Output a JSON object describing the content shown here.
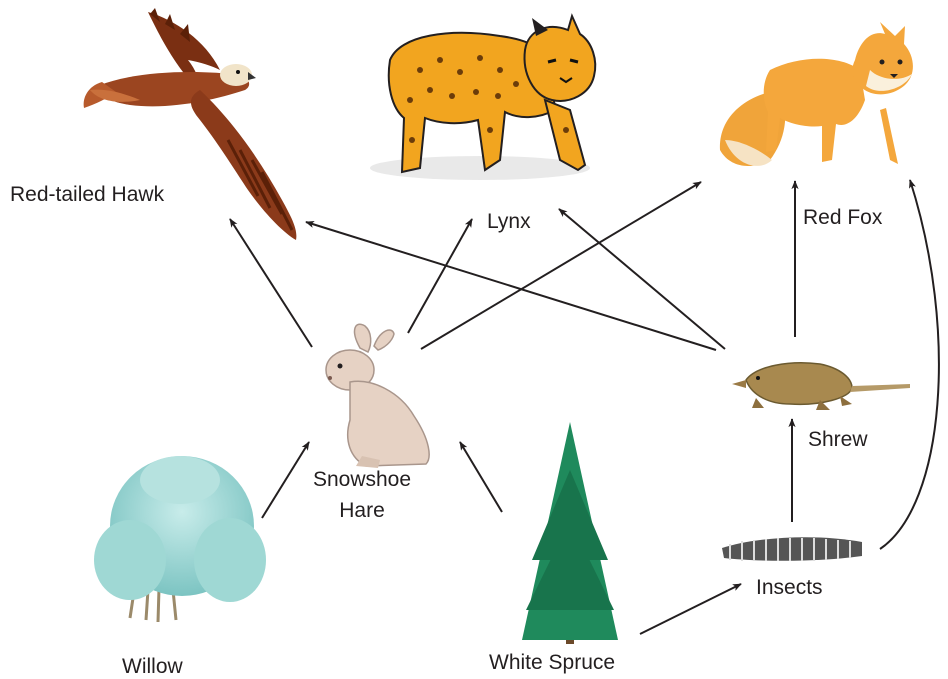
{
  "organisms": {
    "hawk": "Red-tailed Hawk",
    "lynx": "Lynx",
    "fox": "Red Fox",
    "hare_line1": "Snowshoe",
    "hare_line2": "Hare",
    "shrew": "Shrew",
    "willow": "Willow",
    "spruce": "White Spruce",
    "insects": "Insects"
  },
  "feeding_links": [
    {
      "from": "Snowshoe Hare",
      "to": "Red-tailed Hawk"
    },
    {
      "from": "Snowshoe Hare",
      "to": "Lynx"
    },
    {
      "from": "Snowshoe Hare",
      "to": "Red Fox"
    },
    {
      "from": "Shrew",
      "to": "Red-tailed Hawk"
    },
    {
      "from": "Shrew",
      "to": "Lynx"
    },
    {
      "from": "Shrew",
      "to": "Red Fox"
    },
    {
      "from": "Willow",
      "to": "Snowshoe Hare"
    },
    {
      "from": "White Spruce",
      "to": "Snowshoe Hare"
    },
    {
      "from": "White Spruce",
      "to": "Insects"
    },
    {
      "from": "Insects",
      "to": "Shrew"
    },
    {
      "from": "Insects",
      "to": "Red Fox"
    }
  ],
  "colors": {
    "arrow": "#231f20",
    "hawk": "#8b3a1a",
    "lynx": "#f2a51f",
    "fox": "#f4a73c",
    "hare": "#e6d2c4",
    "shrew": "#a8894f",
    "willow": "#8fd1cf",
    "spruce": "#1f8a5c",
    "insects": "#555555"
  }
}
